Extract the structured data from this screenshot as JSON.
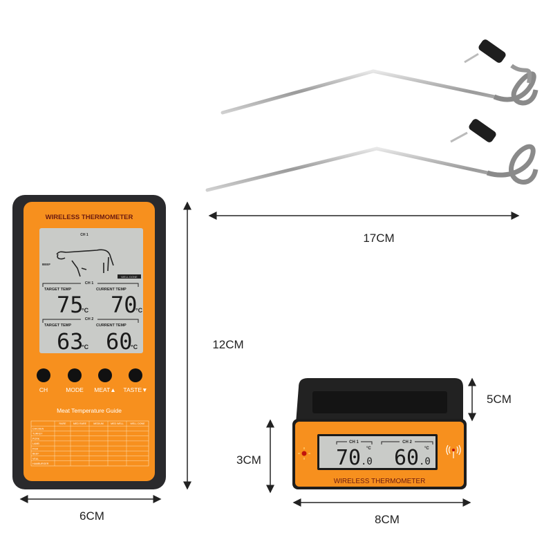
{
  "colors": {
    "orange": "#f7901e",
    "body": "#2a2a2d",
    "lcd": "#c9cbc8",
    "dark_red": "#6b1a10"
  },
  "dimensions": {
    "probe_length": "17CM",
    "height": "12CM",
    "width": "6CM",
    "receiver_depth": "5CM",
    "receiver_height": "3CM",
    "receiver_width": "8CM"
  },
  "main_unit": {
    "title": "WIRELESS THERMOMETER",
    "lcd": {
      "top_channel": "CH 1",
      "meat_label": "BEEF",
      "meat_icon": "cow-icon",
      "doneness": "WELL DONE",
      "ch1": {
        "label": "CH 1",
        "target_label": "TARGET TEMP",
        "target": "75",
        "current_label": "CURRENT TEMP",
        "current": "70",
        "unit": "°C"
      },
      "ch2": {
        "label": "CH 2",
        "target_label": "TARGET TEMP",
        "target": "63",
        "current_label": "CURRENT TEMP",
        "current": "60",
        "unit": "°C"
      }
    },
    "buttons": [
      {
        "label": "CH"
      },
      {
        "label": "MODE"
      },
      {
        "label": "MEAT▲"
      },
      {
        "label": "TASTE▼"
      }
    ],
    "guide": {
      "title": "Meat Temperature Guide",
      "columns": [
        "",
        "RARE",
        "MED RARE",
        "MEDIUM",
        "MED WELL",
        "WELL DONE"
      ],
      "rows": [
        "CHICKEN",
        "TURKEY",
        "PORK",
        "LAMB",
        "FISH",
        "BEEF",
        "VEAL",
        "HAMBURGER"
      ]
    }
  },
  "receiver": {
    "title": "WIRELESS THERMOMETER",
    "ch1": {
      "label": "CH 1",
      "value": "70",
      "decimal": ".0",
      "unit": "°C"
    },
    "ch2": {
      "label": "CH 2",
      "value": "60",
      "decimal": ".0",
      "unit": "°C"
    },
    "left_icon": "led-light-icon",
    "right_icon": "wireless-signal-icon"
  }
}
